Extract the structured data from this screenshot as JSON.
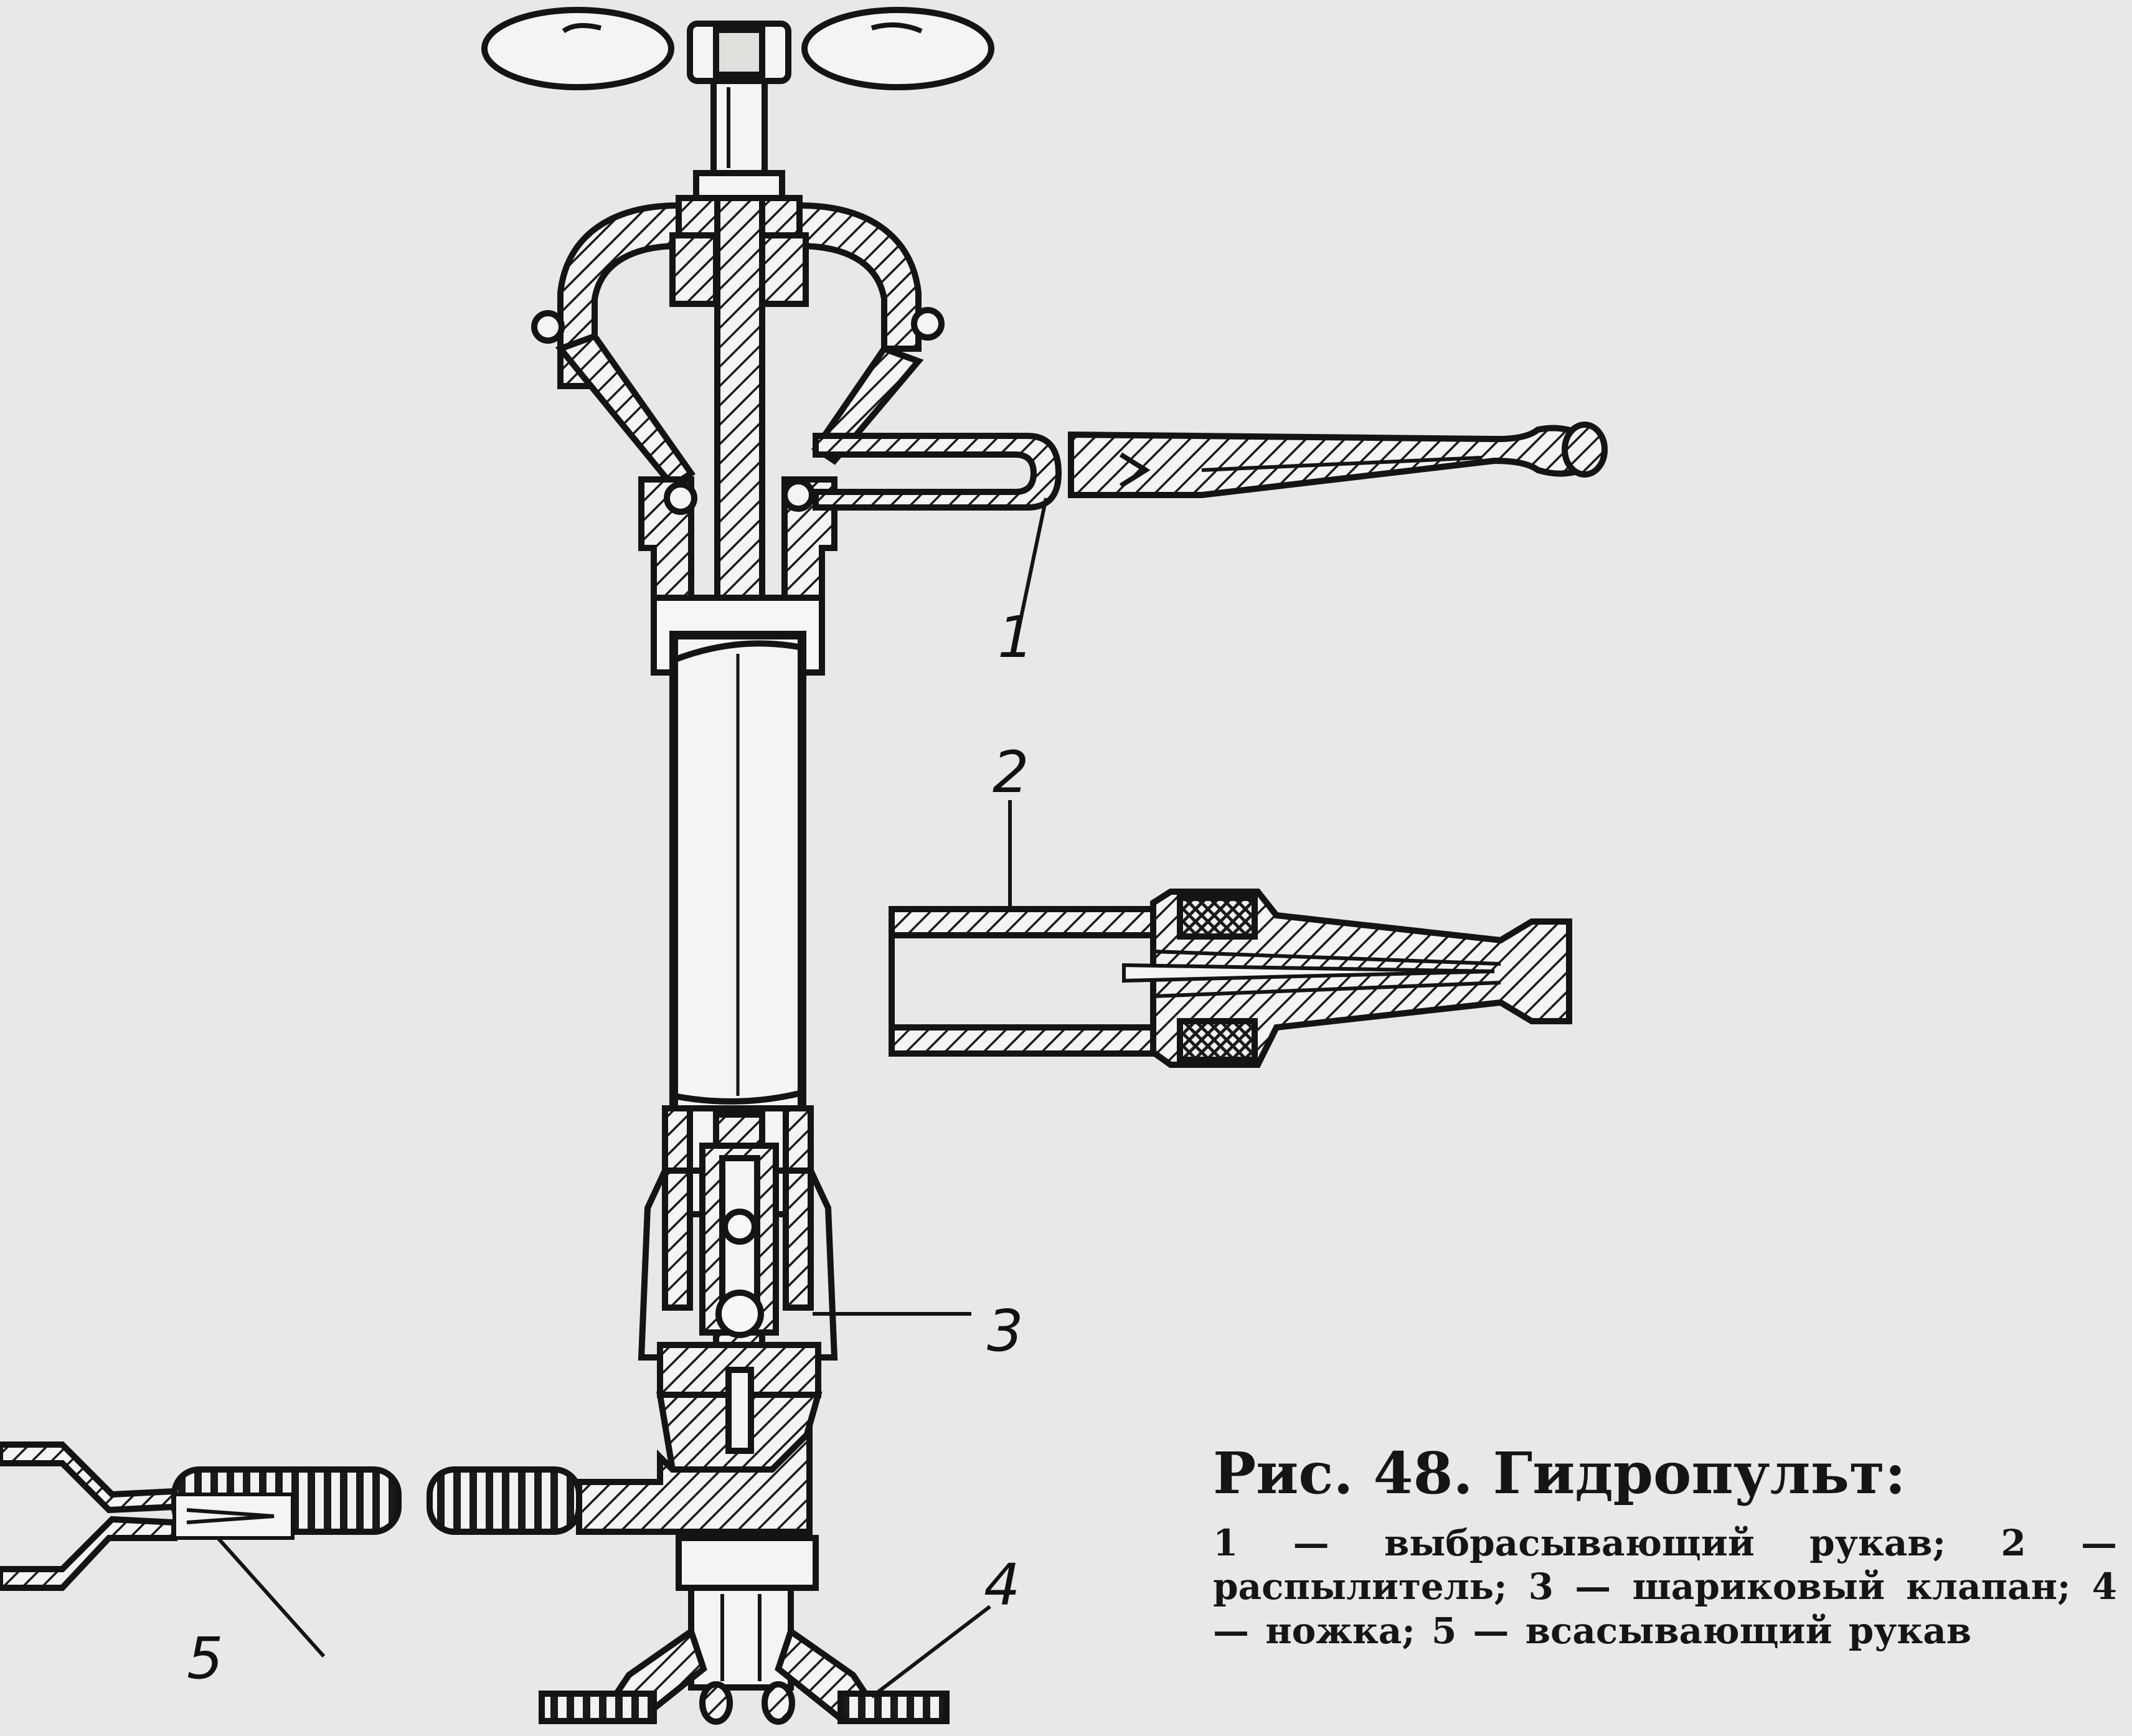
{
  "figure": {
    "callouts": [
      {
        "id": "1",
        "text": "1"
      },
      {
        "id": "2",
        "text": "2"
      },
      {
        "id": "3",
        "text": "3"
      },
      {
        "id": "4",
        "text": "4"
      },
      {
        "id": "5",
        "text": "5"
      }
    ],
    "caption": {
      "title": "Рис. 48. Гидропульт:",
      "text": "1 — выбрасывающий рукав; 2 — распылитель; 3 — шариковый клапан; 4 — ножка; 5 — всасывающий рукав"
    }
  },
  "colors": {
    "paper": "#e8e8e6",
    "ink": "#141414"
  }
}
